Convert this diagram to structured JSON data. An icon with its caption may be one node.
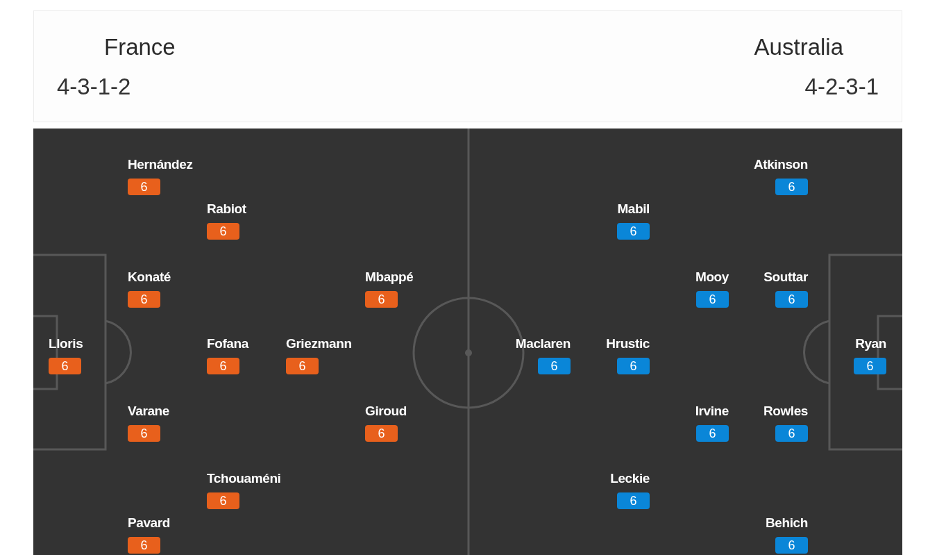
{
  "diagram": {
    "nodes": [
      {
        "text": [
          "France",
          "4-3-1-2",
          "Australia",
          "4-2-3-1"
        ]
      },
      {
        "text": [
          "Hernández",
          "6"
        ]
      },
      {
        "text": [
          "Rabiot",
          "6"
        ]
      },
      {
        "text": [
          "Konaté",
          "6"
        ]
      },
      {
        "text": [
          "Mbappé",
          "6"
        ]
      },
      {
        "text": [
          "Lloris",
          "6"
        ]
      },
      {
        "text": [
          "Fofana",
          "6"
        ]
      },
      {
        "text": [
          "Griezmann",
          "6"
        ]
      },
      {
        "text": [
          "Varane",
          "6"
        ]
      },
      {
        "text": [
          "Giroud",
          "6"
        ]
      },
      {
        "text": [
          "Tchouaméni",
          "6"
        ]
      },
      {
        "text": [
          "Pavard",
          "6"
        ]
      },
      {
        "text": [
          "Atkinson",
          "6"
        ]
      },
      {
        "text": [
          "Mabil",
          "6"
        ]
      },
      {
        "text": [
          "Mooy",
          "6"
        ]
      },
      {
        "text": [
          "Souttar",
          "6"
        ]
      },
      {
        "text": [
          "Maclaren",
          "6"
        ]
      },
      {
        "text": [
          "Hrustic",
          "6"
        ]
      },
      {
        "text": [
          "Ryan",
          "6"
        ]
      },
      {
        "text": [
          "Irvine",
          "6"
        ]
      },
      {
        "text": [
          "Rowles",
          "6"
        ]
      },
      {
        "text": [
          "Leckie",
          "6"
        ]
      },
      {
        "text": [
          "Behich",
          "6"
        ]
      }
    ]
  }
}
